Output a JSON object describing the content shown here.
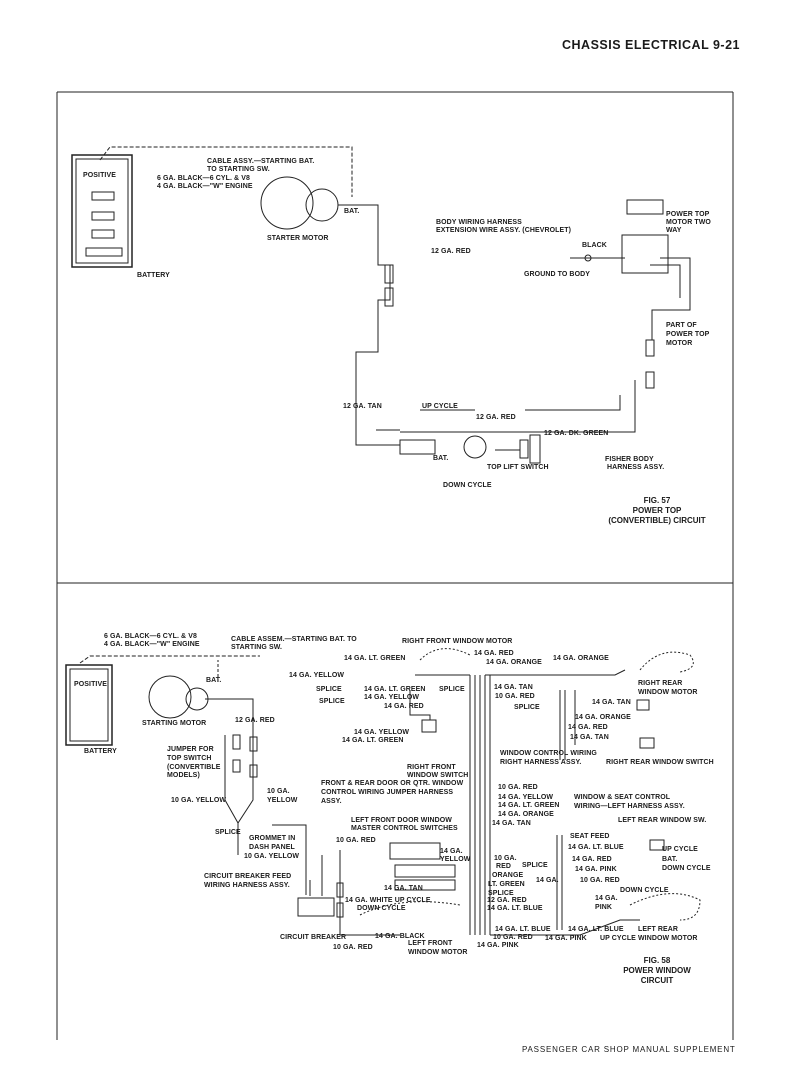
{
  "header": {
    "title": "CHASSIS ELECTRICAL 9-21"
  },
  "footer": {
    "text": "PASSENGER CAR SHOP MANUAL SUPPLEMENT"
  },
  "fig57": {
    "caption": [
      "FIG. 57",
      "POWER TOP",
      "(CONVERTIBLE) CIRCUIT"
    ],
    "labels": [
      "POSITIVE",
      "CABLE ASSY.—STARTING BAT.",
      "TO STARTING SW.",
      "6 GA. BLACK—6 CYL. & V8",
      "4 GA. BLACK—\"W\" ENGINE",
      "BAT.",
      "STARTER MOTOR",
      "BATTERY",
      "BODY WIRING HARNESS",
      "EXTENSION WIRE ASSY. (CHEVROLET)",
      "12 GA. RED",
      "BLACK",
      "GROUND TO BODY",
      "POWER TOP",
      "MOTOR TWO",
      "WAY",
      "PART OF",
      "POWER TOP",
      "MOTOR",
      "12 GA. TAN",
      "UP CYCLE",
      "12 GA. RED",
      "12 GA. DK. GREEN",
      "BAT.",
      "TOP LIFT SWITCH",
      "DOWN CYCLE",
      "FISHER BODY",
      "HARNESS ASSY."
    ]
  },
  "fig58": {
    "caption": [
      "FIG. 58",
      "POWER WINDOW",
      "CIRCUIT"
    ],
    "labels": [
      "6 GA. BLACK—6 CYL. & V8",
      "4 GA. BLACK—\"W\" ENGINE",
      "CABLE ASSEM.—STARTING BAT. TO",
      "STARTING SW.",
      "RIGHT FRONT WINDOW MOTOR",
      "POSITIVE",
      "BAT.",
      "STARTING MOTOR",
      "BATTERY",
      "14 GA. LT. GREEN",
      "14 GA. YELLOW",
      "SPLICE",
      "14 GA. LT. GREEN",
      "14 GA. YELLOW",
      "SPLICE",
      "14 GA. RED",
      "SPLICE",
      "14 GA. YELLOW",
      "14 GA. LT. GREEN",
      "12 GA. RED",
      "JUMPER FOR",
      "TOP SWITCH",
      "(CONVERTIBLE",
      "MODELS)",
      "10 GA. YELLOW",
      "10 GA.",
      "YELLOW",
      "RIGHT FRONT",
      "WINDOW SWITCH",
      "FRONT & REAR DOOR OR QTR. WINDOW",
      "CONTROL WIRING JUMPER HARNESS",
      "ASSY.",
      "14 GA. RED",
      "14 GA. ORANGE",
      "14 GA. ORANGE",
      "14 GA. TAN",
      "10 GA. RED",
      "SPLICE",
      "RIGHT REAR",
      "WINDOW MOTOR",
      "14 GA. TAN",
      "14 GA. ORANGE",
      "14 GA. RED",
      "14 GA. TAN",
      "WINDOW CONTROL WIRING",
      "RIGHT HARNESS ASSY.",
      "RIGHT REAR WINDOW SWITCH",
      "10 GA. RED",
      "14 GA. YELLOW",
      "14 GA. LT. GREEN",
      "14 GA. ORANGE",
      "14 GA. TAN",
      "WINDOW & SEAT CONTROL",
      "WIRING—LEFT HARNESS ASSY.",
      "LEFT REAR WINDOW SW.",
      "LEFT FRONT DOOR WINDOW",
      "MASTER CONTROL SWITCHES",
      "10 GA. RED",
      "SPLICE",
      "GROMMET IN",
      "DASH PANEL",
      "10 GA. YELLOW",
      "CIRCUIT BREAKER FEED",
      "WIRING HARNESS ASSY.",
      "14 GA.",
      "YELLOW",
      "SEAT FEED",
      "14 GA. LT. BLUE",
      "UP CYCLE",
      "10 GA.",
      "RED",
      "ORANGE",
      "LT. GREEN",
      "SPLICE",
      "SPLICE",
      "14 GA. RED",
      "BAT.",
      "14 GA. PINK",
      "DOWN CYCLE",
      "14 GA.",
      "10 GA. RED",
      "14 GA. TAN",
      "12 GA. RED",
      "14 GA. LT. BLUE",
      "14 GA. WHITE UP CYCLE",
      "DOWN CYCLE",
      "DOWN CYCLE",
      "14 GA.",
      "PINK",
      "14 GA. BLACK",
      "14 GA. LT. BLUE",
      "10 GA. RED",
      "14 GA. PINK",
      "14 GA. LT. BLUE",
      "14 GA. PINK",
      "UP CYCLE",
      "LEFT REAR",
      "WINDOW MOTOR",
      "LEFT FRONT",
      "WINDOW MOTOR",
      "CIRCUIT BREAKER",
      "10 GA. RED"
    ]
  }
}
